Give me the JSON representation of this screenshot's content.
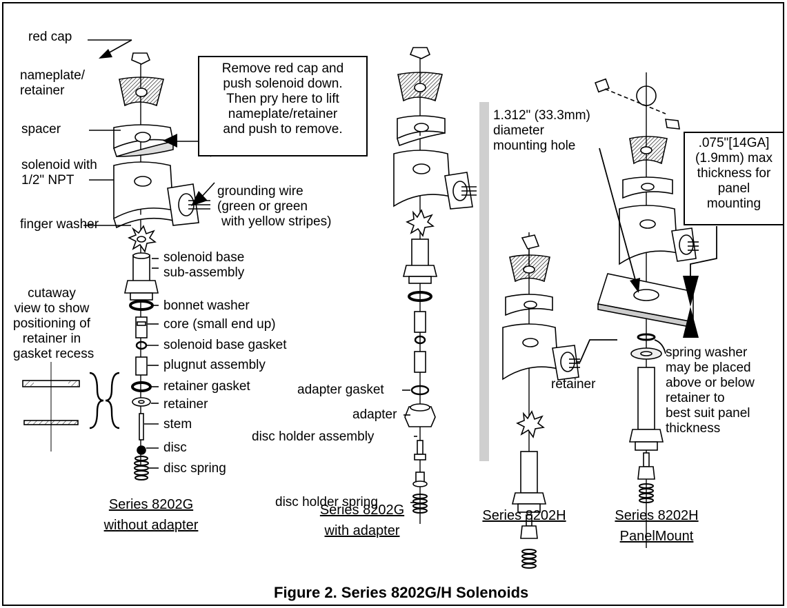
{
  "labels_left": {
    "red_cap": "red cap",
    "nameplate": [
      "nameplate/",
      "retainer"
    ],
    "spacer": "spacer",
    "solenoid": [
      "solenoid with",
      "1/2\" NPT"
    ],
    "grounding": [
      "grounding wire",
      "(green or green",
      "with yellow stripes)"
    ],
    "finger_washer": "finger washer",
    "solenoid_base": [
      "solenoid base",
      "sub-assembly"
    ],
    "cutaway": [
      "cutaway",
      "view to show",
      "positioning of",
      "retainer in",
      "gasket recess"
    ],
    "bonnet_washer": "bonnet washer",
    "core": "core (small end up)",
    "base_gasket": "solenoid base gasket",
    "plugnut": "plugnut assembly",
    "retainer_gasket": "retainer gasket",
    "retainer": "retainer",
    "stem": "stem",
    "disc": "disc",
    "disc_spring": "disc spring"
  },
  "callout_box": [
    "Remove red cap and",
    "push solenoid down.",
    "Then pry here to lift",
    "nameplate/retainer",
    "and push to remove."
  ],
  "labels_mid": {
    "adapter_gasket": "adapter gasket",
    "adapter": "adapter",
    "disc_holder_assembly": "disc holder assembly",
    "disc_holder_spring": "disc holder spring"
  },
  "labels_right": {
    "mounting_hole": [
      "1.312\" (33.3mm)",
      "diameter",
      "mounting hole"
    ],
    "thickness_box": [
      ".075\"[14GA]",
      "(1.9mm) max",
      "thickness for",
      "panel",
      "mounting"
    ],
    "retainer": "retainer",
    "spring_washer": [
      "spring washer",
      "may be placed",
      "above or below",
      "retainer to",
      "best suit panel",
      "thickness"
    ]
  },
  "series": {
    "g_without": [
      "Series 8202G",
      "without adapter"
    ],
    "g_with": [
      "Series 8202G",
      "with adapter"
    ],
    "h": [
      "Series 8202H"
    ],
    "h_panel": [
      "Series 8202H",
      "PanelMount"
    ]
  },
  "caption": "Figure 2. Series 8202G/H Solenoids"
}
